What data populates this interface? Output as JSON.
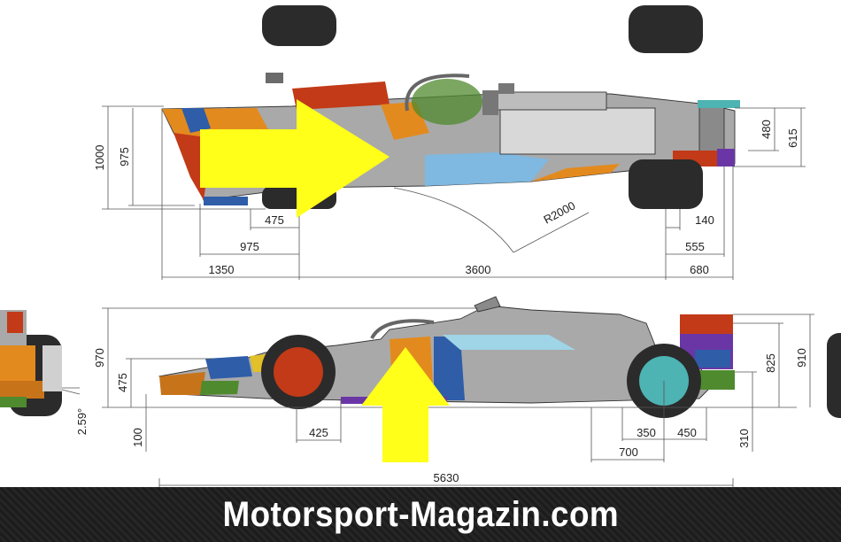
{
  "watermark": "Motorsport-Magazin.com",
  "top_view": {
    "dimensions": {
      "total_height": "1000",
      "front_wing_height": "975",
      "front_offset_small": "475",
      "front_offset_mid": "975",
      "front_overhang": "1350",
      "wheelbase": "3600",
      "rear_overhang": "680",
      "rear_offset_mid": "555",
      "rear_offset_small": "140",
      "radius": "R2000",
      "rear_wing_height_a": "480",
      "rear_wing_height_b": "615"
    }
  },
  "side_view": {
    "dimensions": {
      "nose_height": "970",
      "front_wing_height": "475",
      "ground_clearance": "100",
      "front_axle_offset": "425",
      "rear_a": "350",
      "rear_b": "450",
      "rear_c": "700",
      "overall_length": "5630",
      "rear_wing_low": "310",
      "rear_wing_mid": "825",
      "rear_wing_high": "910"
    },
    "rake_angle": "2.59°"
  },
  "colors": {
    "arrow": "#ffff1a",
    "tire": "#2b2b2b",
    "body_gray": "#a9a9a9",
    "accent_orange": "#e38a1e",
    "accent_red": "#c23a17",
    "accent_blue": "#2f5da8",
    "accent_purple": "#6a36a6",
    "accent_green": "#4f8a2e",
    "accent_teal": "#4db3b3"
  }
}
